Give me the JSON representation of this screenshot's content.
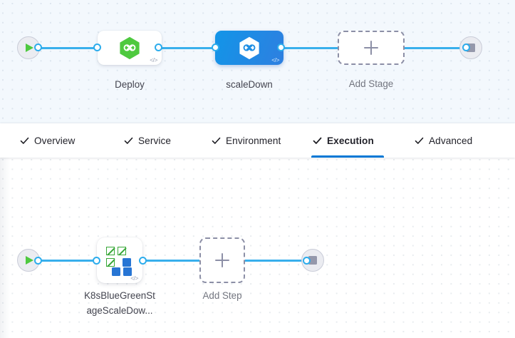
{
  "stage_canvas": {
    "start_node": {
      "name": "pipeline-start",
      "icon": "play-icon"
    },
    "end_node": {
      "name": "pipeline-end",
      "icon": "stop-icon"
    },
    "nodes": [
      {
        "id": "deploy",
        "label": "Deploy",
        "icon": "harness-hexagon-icon",
        "selected": false,
        "code_badge": "</>"
      },
      {
        "id": "scaleDown",
        "label": "scaleDown",
        "icon": "harness-hexagon-icon",
        "selected": true,
        "code_badge": "</>"
      }
    ],
    "add_stage": {
      "label": "Add Stage",
      "icon": "plus-icon"
    }
  },
  "tabs": [
    {
      "id": "overview",
      "label": "Overview",
      "icon": "check-icon",
      "active": false
    },
    {
      "id": "service",
      "label": "Service",
      "icon": "check-icon",
      "active": false
    },
    {
      "id": "environment",
      "label": "Environment",
      "icon": "check-icon",
      "active": false
    },
    {
      "id": "execution",
      "label": "Execution",
      "icon": "check-icon",
      "active": true
    },
    {
      "id": "advanced",
      "label": "Advanced",
      "icon": "check-icon",
      "active": false
    }
  ],
  "step_canvas": {
    "start_node": {
      "name": "execution-start",
      "icon": "play-icon"
    },
    "end_node": {
      "name": "execution-end",
      "icon": "stop-icon"
    },
    "steps": [
      {
        "id": "k8s-bluegreen-scaledown",
        "label_line1": "K8sBlueGreenSt",
        "label_line2": "ageScaleDow...",
        "icon": "kubernetes-blocks-icon",
        "code_badge": "</>"
      }
    ],
    "add_step": {
      "label": "Add Step",
      "icon": "plus-icon"
    }
  },
  "colors": {
    "accent_blue": "#0278d5",
    "edge_blue": "#38afec",
    "selected_node_blue": "#1295e8",
    "harness_green": "#4ec93f",
    "k8s_green": "#37a737",
    "k8s_blue": "#2775d4",
    "stage_canvas_bg": "#f3f8fd",
    "step_canvas_bg": "#ffffff"
  }
}
